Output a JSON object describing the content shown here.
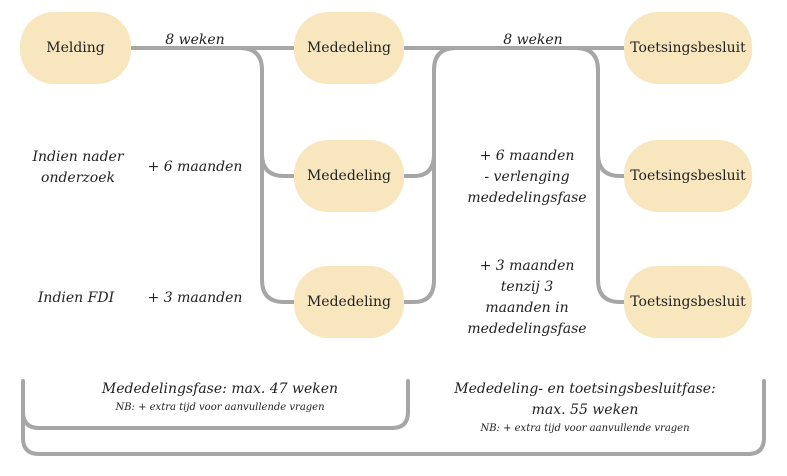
{
  "nodes": {
    "melding": "Melding",
    "mededeling_top": "Mededeling",
    "mededeling_mid": "Mededeling",
    "mededeling_bottom": "Mededeling",
    "toetsingsbesluit_top": "Toetsingsbesluit",
    "toetsingsbesluit_mid": "Toetsingsbesluit",
    "toetsingsbesluit_bottom": "Toetsingsbesluit"
  },
  "durations": {
    "melding_to_mededeling": "8 weken",
    "mededeling_to_toetsing": "8 weken",
    "nader_onderzoek_extra": "+ 6 maanden",
    "fdi_extra": "+ 3 maanden",
    "verlenging_line1": "+ 6 maanden",
    "verlenging_line2": "- verlenging",
    "verlenging_line3": "mededelingsfase",
    "tenzij_line1": "+ 3 maanden",
    "tenzij_line2": "tenzij 3",
    "tenzij_line3": "maanden in",
    "tenzij_line4": "mededelingsfase"
  },
  "conditions": {
    "nader_onderzoek_line1": "Indien nader",
    "nader_onderzoek_line2": "onderzoek",
    "fdi": "Indien FDI"
  },
  "phases": {
    "mededelingsfase_title": "Mededelingsfase: max. 47 weken",
    "mededelingsfase_note": "NB: + extra tijd voor aanvullende vragen",
    "toetsingsfase_title_line1": "Mededeling- en toetsingsbesluitfase:",
    "toetsingsfase_title_line2": "max. 55 weken",
    "toetsingsfase_note": "NB: + extra tijd voor aanvullende vragen"
  },
  "colors": {
    "node_fill": "#f8e6bf",
    "connector": "#a6a6a6",
    "text": "#222222"
  }
}
